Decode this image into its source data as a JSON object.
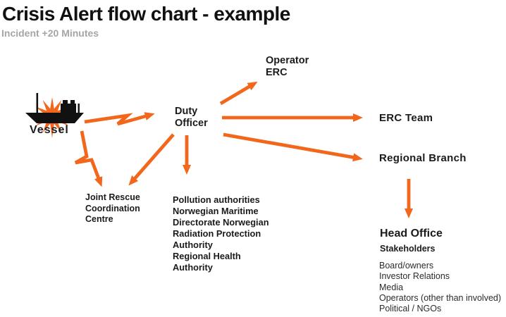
{
  "slide": {
    "title": "Crisis Alert flow chart - example",
    "subtitle": "Incident +20 Minutes"
  },
  "colors": {
    "accent_orange": "#F2671C",
    "title_black": "#111111",
    "subtitle_gray": "#a5a5a5",
    "text_black": "#1b1b1b"
  },
  "nodes": {
    "vessel": {
      "label": "Vessel"
    },
    "duty_officer": {
      "lines": [
        "Duty",
        "Officer"
      ]
    },
    "operator_erc": {
      "lines": [
        "Operator",
        "ERC"
      ]
    },
    "erc_team": {
      "label": "ERC Team"
    },
    "regional_branch": {
      "label": "Regional Branch"
    },
    "joint_rescue": {
      "lines": [
        "Joint Rescue",
        "Coordination",
        "Centre"
      ]
    },
    "authorities": {
      "lines": [
        "Pollution authorities",
        "Norwegian Maritime",
        "Directorate Norwegian",
        "Radiation Protection",
        "Authority",
        "Regional Health",
        "Authority"
      ]
    },
    "head_office": {
      "label": "Head Office",
      "sublabel": "Stakeholders",
      "stakeholders": [
        "Board/owners",
        "Investor Relations",
        "Media",
        "Operators (other than involved)",
        "Political / NGOs"
      ]
    }
  },
  "edges": [
    {
      "from": "Vessel",
      "to": "Duty Officer",
      "style": "zigzag"
    },
    {
      "from": "Vessel",
      "to": "Joint Rescue Coordination Centre",
      "style": "zigzag"
    },
    {
      "from": "Duty Officer",
      "to": "Operator ERC",
      "style": "straight"
    },
    {
      "from": "Duty Officer",
      "to": "ERC Team",
      "style": "straight"
    },
    {
      "from": "Duty Officer",
      "to": "Regional Branch",
      "style": "straight"
    },
    {
      "from": "Duty Officer",
      "to": "Joint Rescue Coordination Centre",
      "style": "straight"
    },
    {
      "from": "Duty Officer",
      "to": "Pollution authorities",
      "style": "straight"
    },
    {
      "from": "Regional Branch",
      "to": "Head Office",
      "style": "straight"
    }
  ]
}
